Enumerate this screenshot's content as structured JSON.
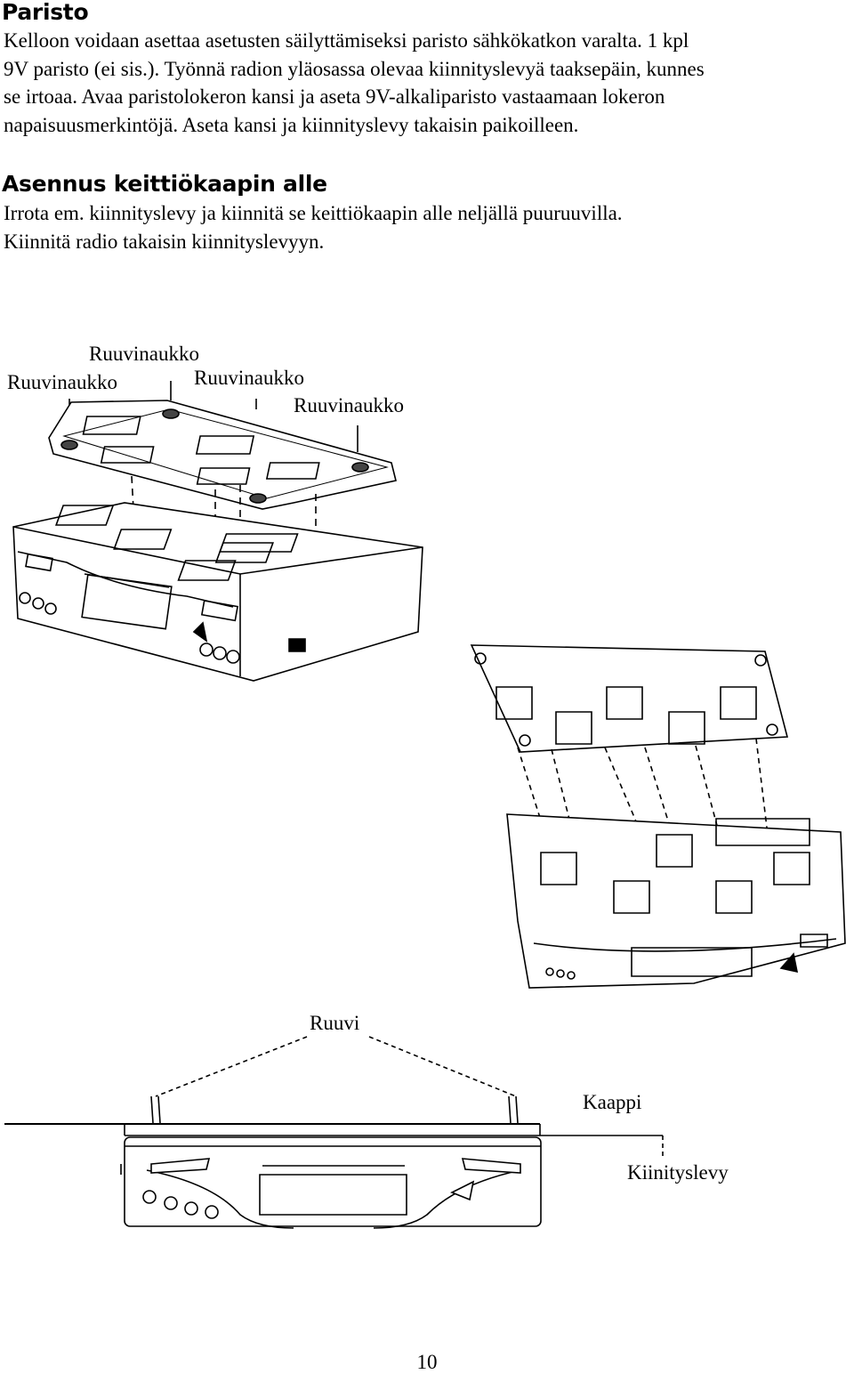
{
  "sections": [
    {
      "heading": "Paristo",
      "lines": [
        "Kelloon voidaan asettaa asetusten säilyttämiseksi paristo sähkökatkon varalta. 1 kpl",
        "9V paristo (ei sis.). Työnnä radion yläosassa olevaa kiinnityslevyä taaksepäin, kunnes",
        "se irtoaa. Avaa paristolokeron kansi ja aseta 9V-alkaliparisto vastaamaan lokeron",
        "napaisuusmerkintöjä. Aseta kansi ja kiinnityslevy takaisin paikoilleen."
      ]
    },
    {
      "heading": "Asennus keittiökaapin alle",
      "lines": [
        "Irrota em. kiinnityslevy ja kiinnitä se keittiökaapin alle neljällä puuruuvilla.",
        "Kiinnitä radio takaisin kiinnityslevyyn."
      ]
    }
  ],
  "figure_labels": {
    "screw_hole": "Ruuvinaukko",
    "screw": "Ruuvi",
    "cabinet": "Kaappi",
    "mounting_plate": "Kiinityslevy"
  },
  "page_number": "10"
}
